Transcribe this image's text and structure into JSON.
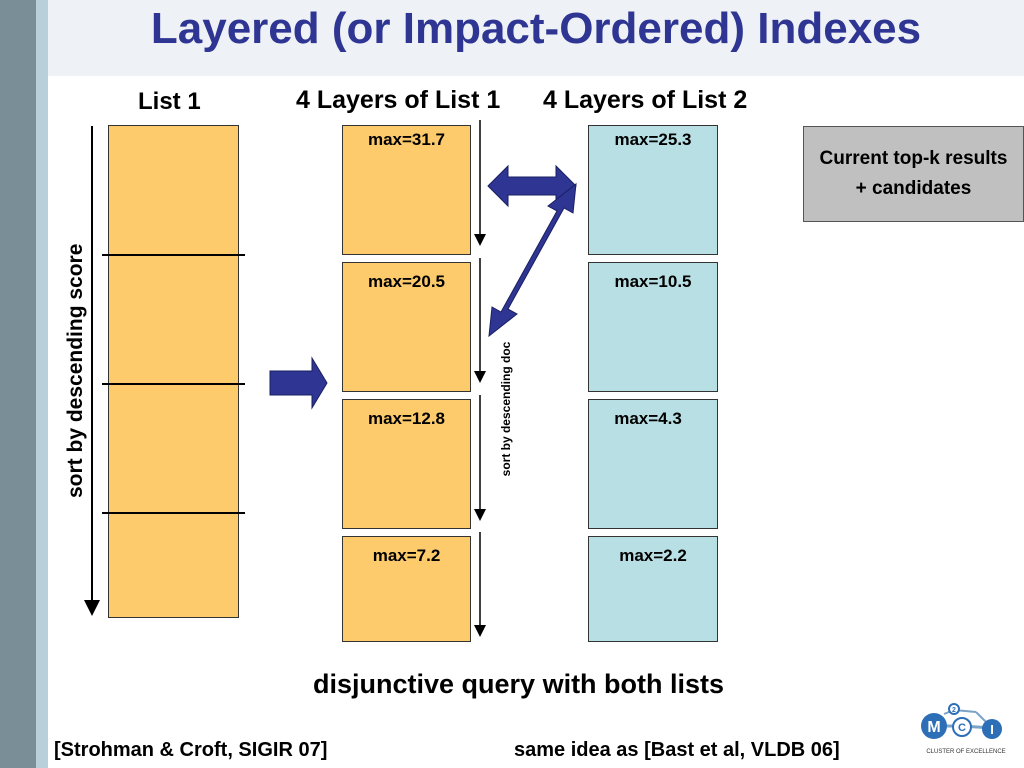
{
  "slide": {
    "title": "Layered (or Impact-Ordered) Indexes"
  },
  "list1": {
    "label": "List 1",
    "axis_label": "sort by descending score"
  },
  "layers1": {
    "header": "4 Layers of List 1",
    "items": [
      {
        "label": "max=31.7"
      },
      {
        "label": "max=20.5"
      },
      {
        "label": "max=12.8"
      },
      {
        "label": "max=7.2"
      }
    ],
    "axis_label": "sort by descending doc"
  },
  "layers2": {
    "header": "4 Layers of List 2",
    "items": [
      {
        "label": "max=25.3"
      },
      {
        "label": "max=10.5"
      },
      {
        "label": "max=4.3"
      },
      {
        "label": "max=2.2"
      }
    ]
  },
  "results": {
    "line1": "Current top-k results",
    "line2": "+ candidates"
  },
  "caption": "disjunctive query with both lists",
  "footer": {
    "left": "[Strohman & Croft, SIGIR 07]",
    "right": "same idea as [Bast et al, VLDB 06]"
  },
  "logo": {
    "caption": "CLUSTER OF EXCELLENCE",
    "letters": [
      "M",
      "2",
      "C",
      "I"
    ]
  },
  "colors": {
    "title": "#2e3593",
    "orange": "#fdcb6b",
    "blue": "#b8dfe4",
    "arrow": "#2e3593"
  }
}
